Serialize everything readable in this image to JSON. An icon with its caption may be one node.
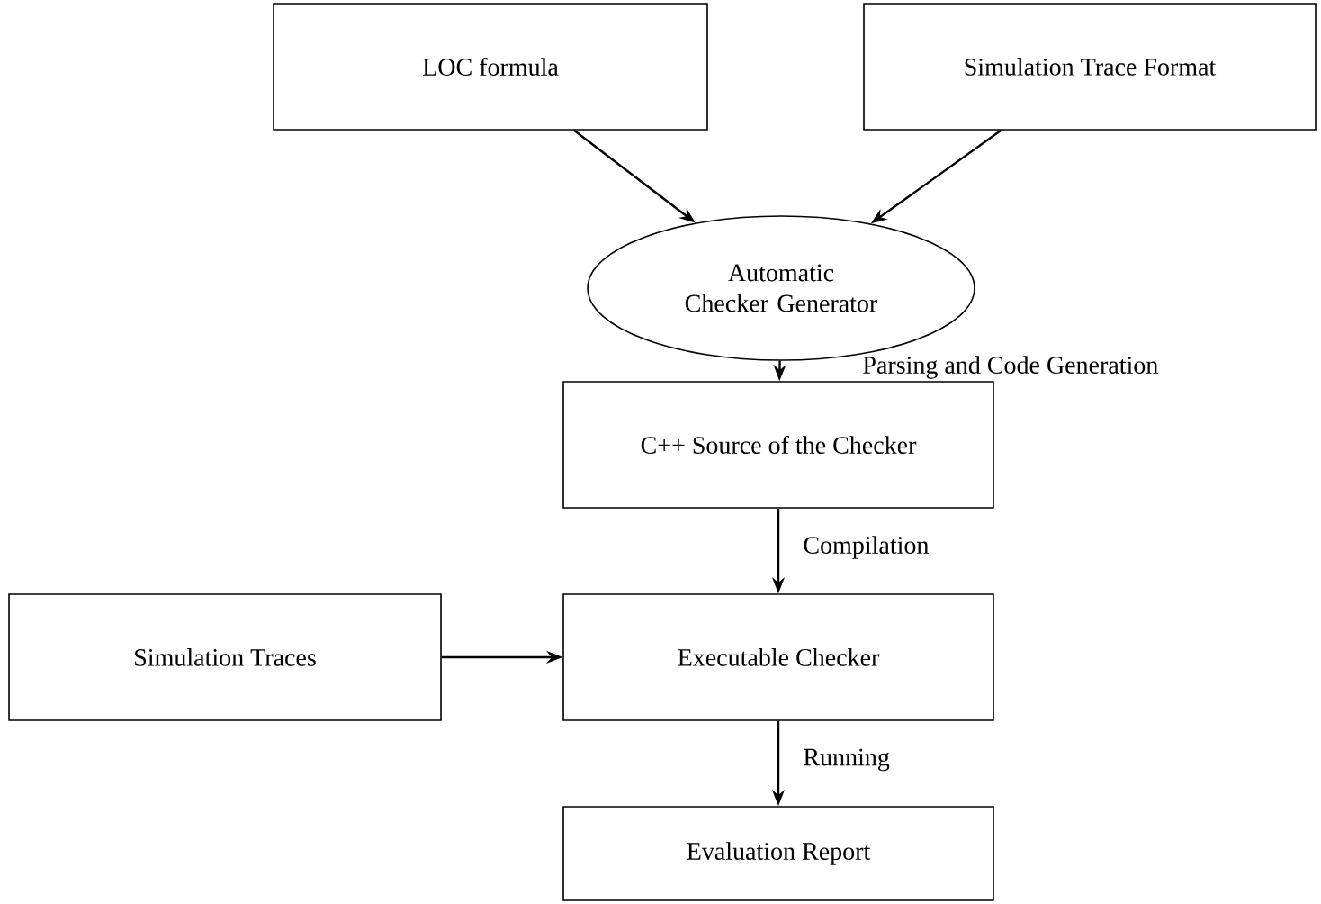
{
  "diagram": {
    "nodes": [
      {
        "text": [
          "LOC formula"
        ]
      },
      {
        "text": [
          "Simulation Trace Format"
        ]
      },
      {
        "text": [
          "Automatic Checker Generator"
        ]
      },
      {
        "text": [
          "C++ Source of the Checker"
        ]
      },
      {
        "text": [
          "Simulation Traces"
        ]
      },
      {
        "text": [
          "Executable Checker"
        ]
      },
      {
        "text": [
          "Evaluation Report"
        ]
      }
    ],
    "edges": [
      {
        "from": 0,
        "to": 2,
        "arrow": "to"
      },
      {
        "from": 1,
        "to": 2,
        "arrow": "to"
      },
      {
        "from": 2,
        "to": 3,
        "arrow": "to",
        "label": "Parsing and Code Generation"
      },
      {
        "from": 3,
        "to": 5,
        "arrow": "to",
        "label": "Compilation"
      },
      {
        "from": 4,
        "to": 5,
        "arrow": "to"
      },
      {
        "from": 5,
        "to": 6,
        "arrow": "to",
        "label": "Running"
      }
    ]
  }
}
